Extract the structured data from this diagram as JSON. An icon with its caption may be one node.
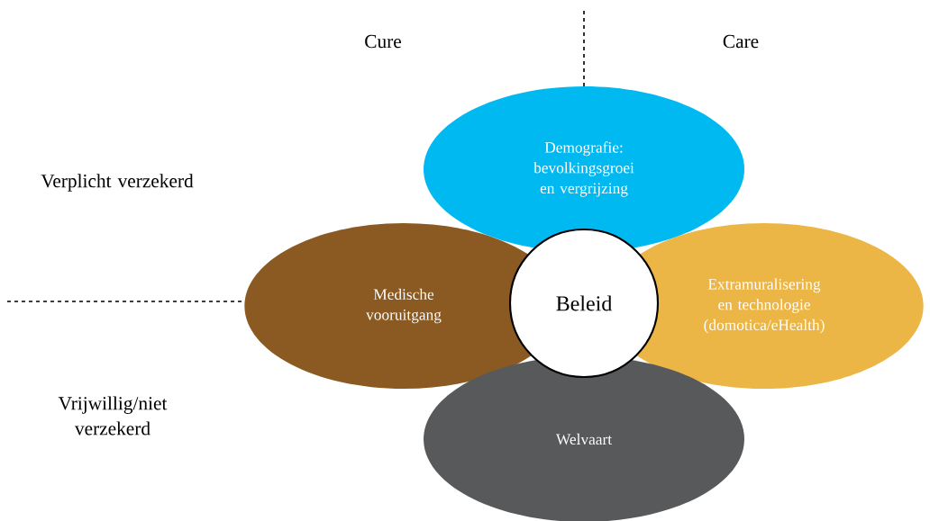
{
  "diagram": {
    "nodes": [
      {
        "text": [
          "Demografie: bevolkingsgroei en vergrijzing"
        ]
      },
      {
        "text": [
          "Medische vooruitgang"
        ]
      },
      {
        "text": [
          "Extramuralisering en technologie (domotica/eHealth)"
        ]
      },
      {
        "text": [
          "Welvaart"
        ]
      },
      {
        "text": [
          "Beleid"
        ]
      }
    ],
    "labels": [
      "Cure",
      "Care",
      "Verplicht verzekerd",
      "Vrijwillig/niet verzekerd"
    ]
  }
}
